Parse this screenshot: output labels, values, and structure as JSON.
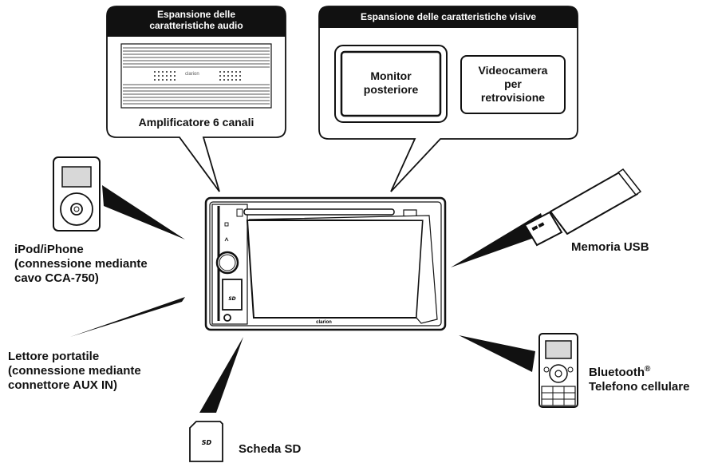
{
  "audio_bubble": {
    "header": "Espansione delle\ncaratteristiche audio",
    "caption": "Amplificatore 6 canali",
    "amp_brand": "clarion"
  },
  "visual_bubble": {
    "header": "Espansione delle caratteristiche visive",
    "monitor": "Monitor\nposteriore",
    "camera": "Videocamera\nper\nretrovisione"
  },
  "head_unit": {
    "brand": "clarion"
  },
  "devices": {
    "ipod": "iPod/iPhone\n(connessione mediante\ncavo CCA-750)",
    "portable": "Lettore portatile\n(connessione mediante\nconnettore AUX IN)",
    "sd": "Scheda SD",
    "usb": "Memoria USB",
    "bt_name": "Bluetooth",
    "bt_reg": "®",
    "bt_sub": "Telefono cellulare"
  }
}
